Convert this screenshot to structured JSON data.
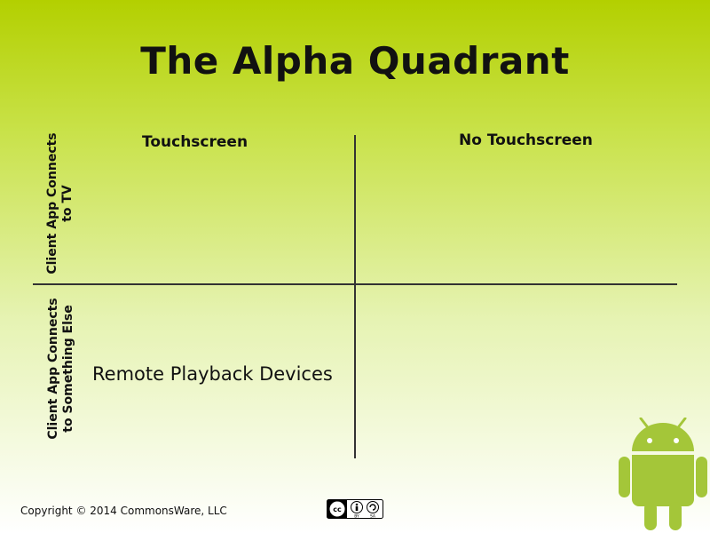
{
  "title": "The Alpha Quadrant",
  "columns": {
    "left": "Touchscreen",
    "right": "No Touchscreen"
  },
  "rows": {
    "top": [
      "Client App Connects",
      "to TV"
    ],
    "bottom": [
      "Client App Connects",
      "to Something Else"
    ]
  },
  "cells": {
    "bottom_left": "Remote Playback Devices"
  },
  "footer": {
    "copyright": "Copyright © 2014 CommonsWare, LLC"
  },
  "license_badge": {
    "label": "cc",
    "by": "BY",
    "sa": "SA"
  },
  "colors": {
    "android_green": "#a4c639",
    "gradient_top": "#b3d000"
  },
  "icons": [
    "creative-commons-icon",
    "android-robot-icon"
  ]
}
